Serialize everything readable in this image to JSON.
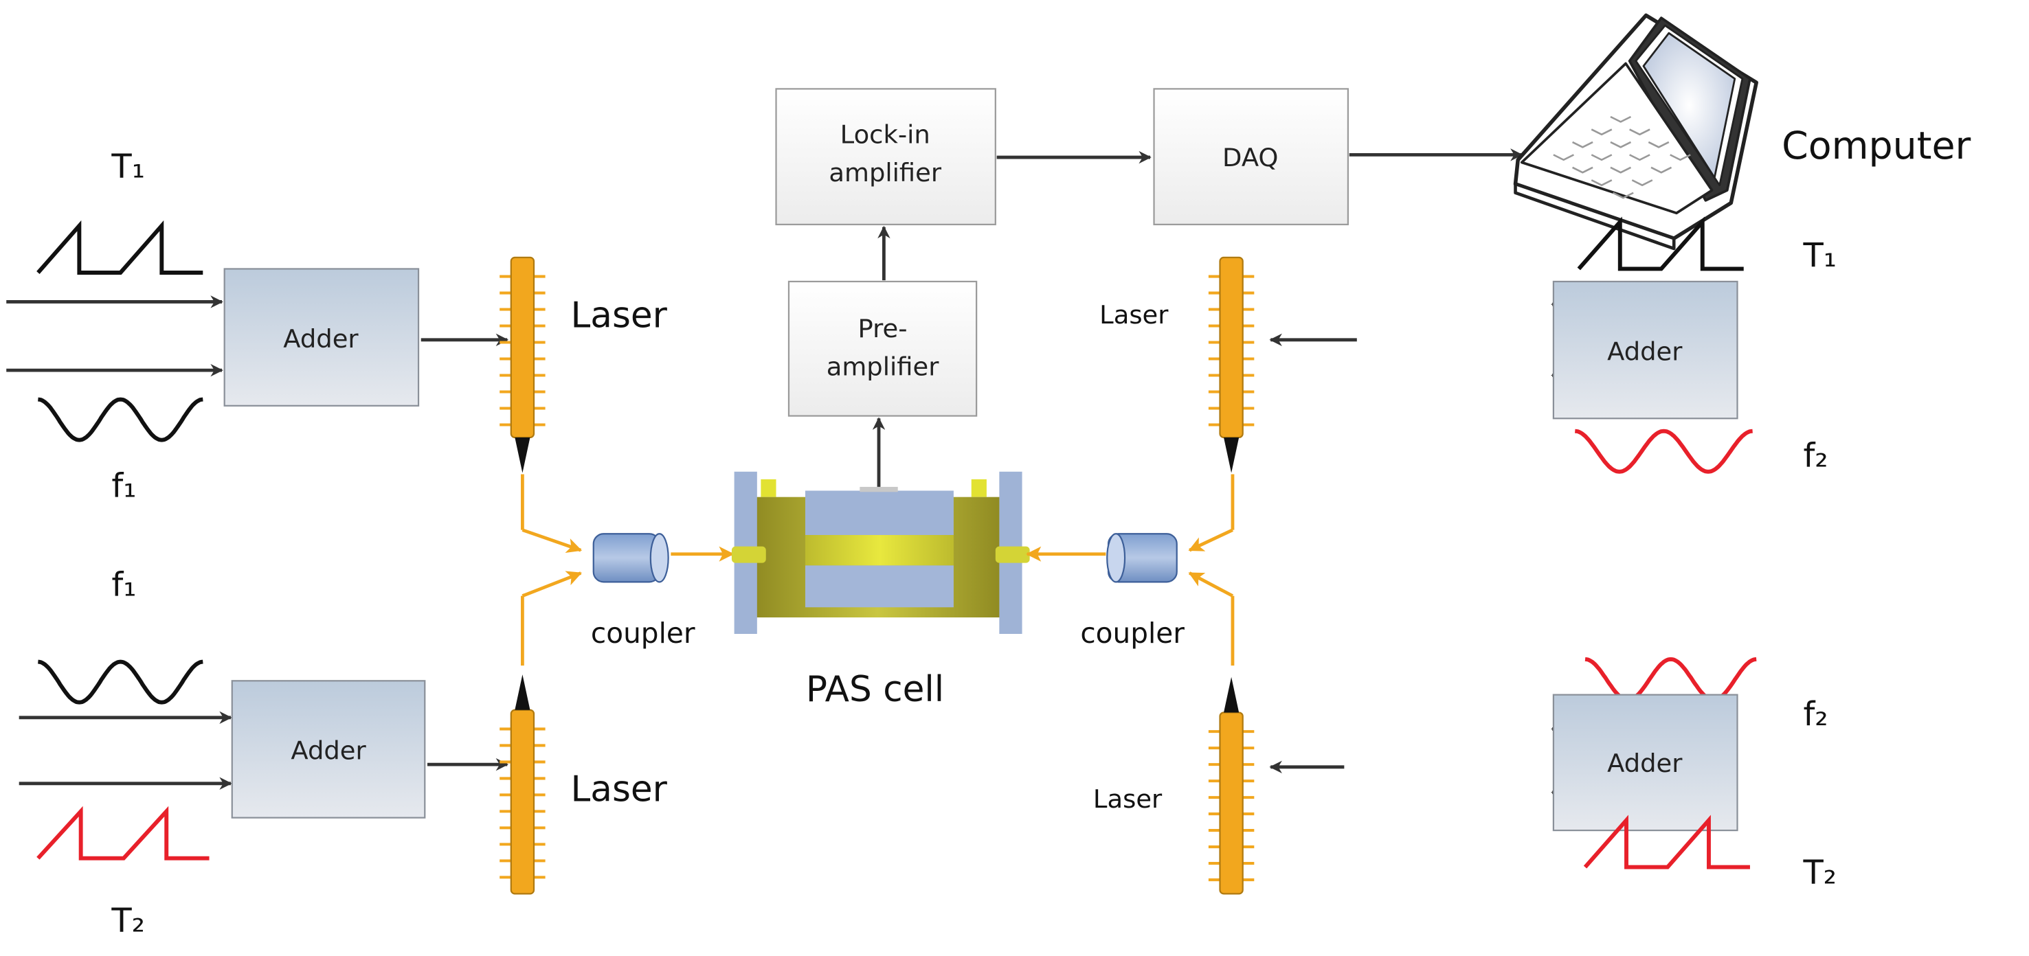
{
  "labels": {
    "left_top_T": "T₁",
    "left_top_f": "f₁",
    "left_bottom_f": "f₁",
    "left_bottom_T": "T₂",
    "right_top_T": "T₁",
    "right_top_f": "f₂",
    "right_bottom_f": "f₂",
    "right_bottom_T": "T₂",
    "laser_left_top": "Laser",
    "laser_left_bottom": "Laser",
    "laser_right_top": "Laser",
    "laser_right_bottom": "Laser",
    "coupler_left": "coupler",
    "coupler_right": "coupler",
    "pas_cell": "PAS cell",
    "computer": "Computer"
  },
  "boxes": {
    "adder": "Adder",
    "lockin_line1": "Lock-in",
    "lockin_line2": "amplifier",
    "preamp_line1": "Pre-",
    "preamp_line2": "amplifier",
    "daq": "DAQ"
  },
  "colors": {
    "laser": "#f2a71e",
    "beam": "#f2a71e",
    "signal_black": "#111111",
    "signal_red": "#e8202a",
    "adder_fill": "#c9d6e3",
    "pas_window": "#9fb3d6",
    "pas_body": "#c8c43a"
  }
}
